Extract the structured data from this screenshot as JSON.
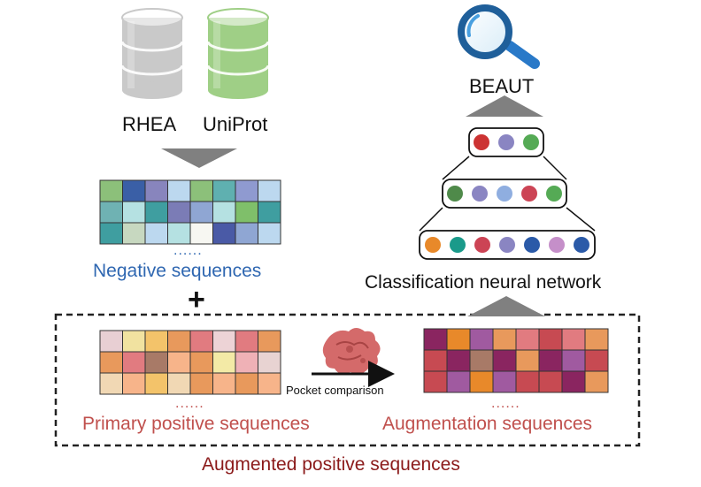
{
  "databases": [
    {
      "name": "RHEA",
      "color": "#c9c9c9"
    },
    {
      "name": "UniProt",
      "color": "#9fcf86"
    }
  ],
  "model_name": "BEAUT",
  "negative": {
    "label": "Negative sequences",
    "ellipsis": "......",
    "grid": [
      [
        "#8cc07a",
        "#3a5fa6",
        "#8885bd",
        "#bcd8ef",
        "#8cc07a",
        "#5fb0b0",
        "#8f9ad0",
        "#bcd8ef"
      ],
      [
        "#6fb2b3",
        "#b5e1e2",
        "#3f9ea0",
        "#7b7cb6",
        "#8fa6d3",
        "#b5e1e2",
        "#7fbf6a",
        "#3f9ea0"
      ],
      [
        "#3f9ea0",
        "#c7d8c0",
        "#bcd8ef",
        "#b5e1e2",
        "#f7f7f2",
        "#4a5aa6",
        "#8fa6d3",
        "#bcd8ef"
      ]
    ]
  },
  "plus_sign": "+",
  "primary": {
    "label": "Primary positive sequences",
    "ellipsis": "......",
    "grid": [
      [
        "#e8cfd3",
        "#f1e2a0",
        "#f3c36a",
        "#e8995c",
        "#e17b80",
        "#edd3d6",
        "#e17b80",
        "#e8995c"
      ],
      [
        "#e8995c",
        "#e17b80",
        "#a87a67",
        "#f7b48a",
        "#e8995c",
        "#f3eaa6",
        "#efb1b6",
        "#e8d3d2"
      ],
      [
        "#f1d8b4",
        "#f7b48a",
        "#f3c36a",
        "#f1d8b4",
        "#e8995c",
        "#f7b48a",
        "#e8995c",
        "#f7b48a"
      ]
    ]
  },
  "augmentation": {
    "label": "Augmentation sequences",
    "ellipsis": "......",
    "grid": [
      [
        "#8a2560",
        "#e8892a",
        "#a05aa0",
        "#e8995c",
        "#e17b80",
        "#c74a52",
        "#e17b80",
        "#e8995c"
      ],
      [
        "#c74a52",
        "#8a2560",
        "#a87a67",
        "#8a2560",
        "#e8995c",
        "#8a2560",
        "#a05aa0",
        "#c74a52"
      ],
      [
        "#c74a52",
        "#a05aa0",
        "#e8892a",
        "#a05aa0",
        "#c74a52",
        "#c74a52",
        "#8a2560",
        "#e8995c"
      ]
    ]
  },
  "pocket_label": "Pocket comparison",
  "classifier": {
    "label": "Classification neural network",
    "layers": [
      [
        "#cc3333",
        "#8a85c2",
        "#55aa55"
      ],
      [
        "#4f8a4a",
        "#8a85c2",
        "#8faee0",
        "#cc4455",
        "#55aa55"
      ],
      [
        "#e8892a",
        "#1a9a8a",
        "#cc4455",
        "#8a85c2",
        "#2b5aa8",
        "#c58fc9",
        "#2b5aa8"
      ]
    ]
  },
  "augmented_label": "Augmented positive sequences"
}
